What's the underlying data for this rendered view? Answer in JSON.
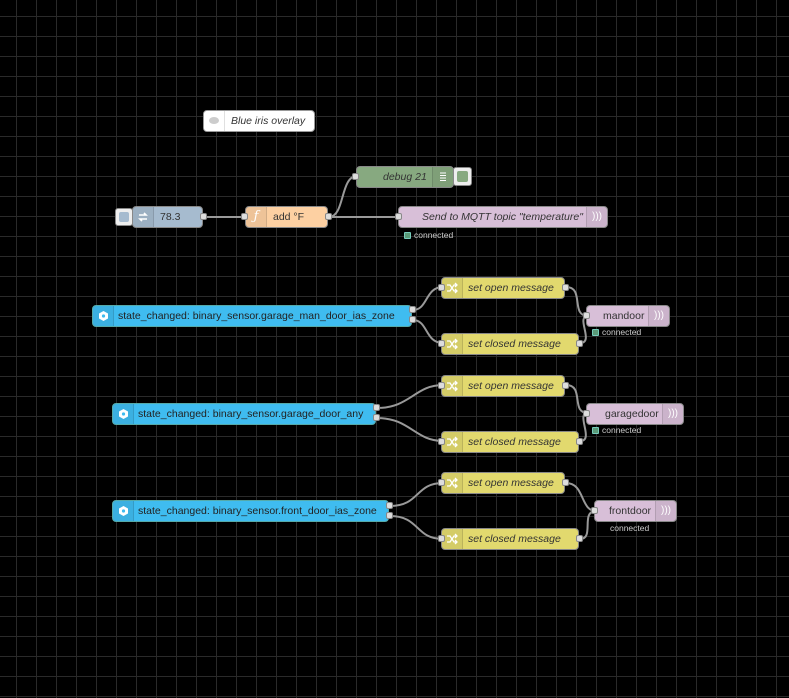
{
  "flow": {
    "comment": {
      "label": "Blue iris overlay",
      "icon": "comment-icon"
    },
    "inject": {
      "label": "78.3",
      "icon": "inject-arrow-icon",
      "color": "#a6bbcf"
    },
    "function": {
      "label": "add °F",
      "icon": "function-icon",
      "color": "#fdd0a2"
    },
    "debug": {
      "label": "debug 21",
      "icon": "debug-list-icon",
      "color": "#87a980"
    },
    "mqtt_temp": {
      "label": "Send to MQTT topic \"temperature\"",
      "icon": "mqtt-wave-icon",
      "color": "#d8bfd8",
      "status": "connected"
    },
    "ha_nodes": [
      {
        "label": "state_changed: binary_sensor.garage_man_door_ias_zone",
        "icon": "home-assistant-icon",
        "color": "#3fbcf0"
      },
      {
        "label": "state_changed: binary_sensor.garage_door_any",
        "icon": "home-assistant-icon",
        "color": "#3fbcf0"
      },
      {
        "label": "state_changed: binary_sensor.front_door_ias_zone",
        "icon": "home-assistant-icon",
        "color": "#3fbcf0"
      }
    ],
    "change_nodes": {
      "open_label": "set open message",
      "closed_label": "set closed message",
      "icon": "shuffle-icon",
      "color": "#e2d96e"
    },
    "mqtt_out": [
      {
        "label": "mandoor",
        "status": "connected"
      },
      {
        "label": "garagedoor",
        "status": "connected"
      },
      {
        "label": "frontdoor",
        "status": "connected"
      }
    ],
    "wire_color": "#999999",
    "connected_color": "#5a9a78"
  }
}
